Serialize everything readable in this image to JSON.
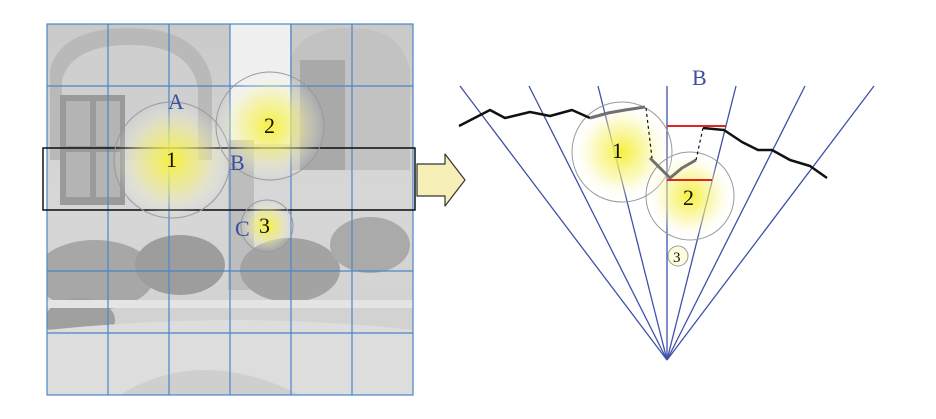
{
  "left_panel": {
    "labels": {
      "a": "A",
      "b": "B",
      "c": "C"
    },
    "circles": {
      "one": "1",
      "two": "2",
      "three": "3"
    }
  },
  "right_panel": {
    "labels": {
      "b": "B"
    },
    "circles": {
      "one": "1",
      "two": "2",
      "three": "3"
    }
  },
  "colors": {
    "grid": "#4a86c8",
    "label_blue": "#3b4fa0",
    "highlight": "#f6f03a",
    "arrow_fill": "#f7efb8",
    "arrow_stroke": "#333333",
    "rays": "#3f51a8",
    "contour": "#111111",
    "contour_gray": "#707070",
    "red_marks": "#e02424"
  }
}
